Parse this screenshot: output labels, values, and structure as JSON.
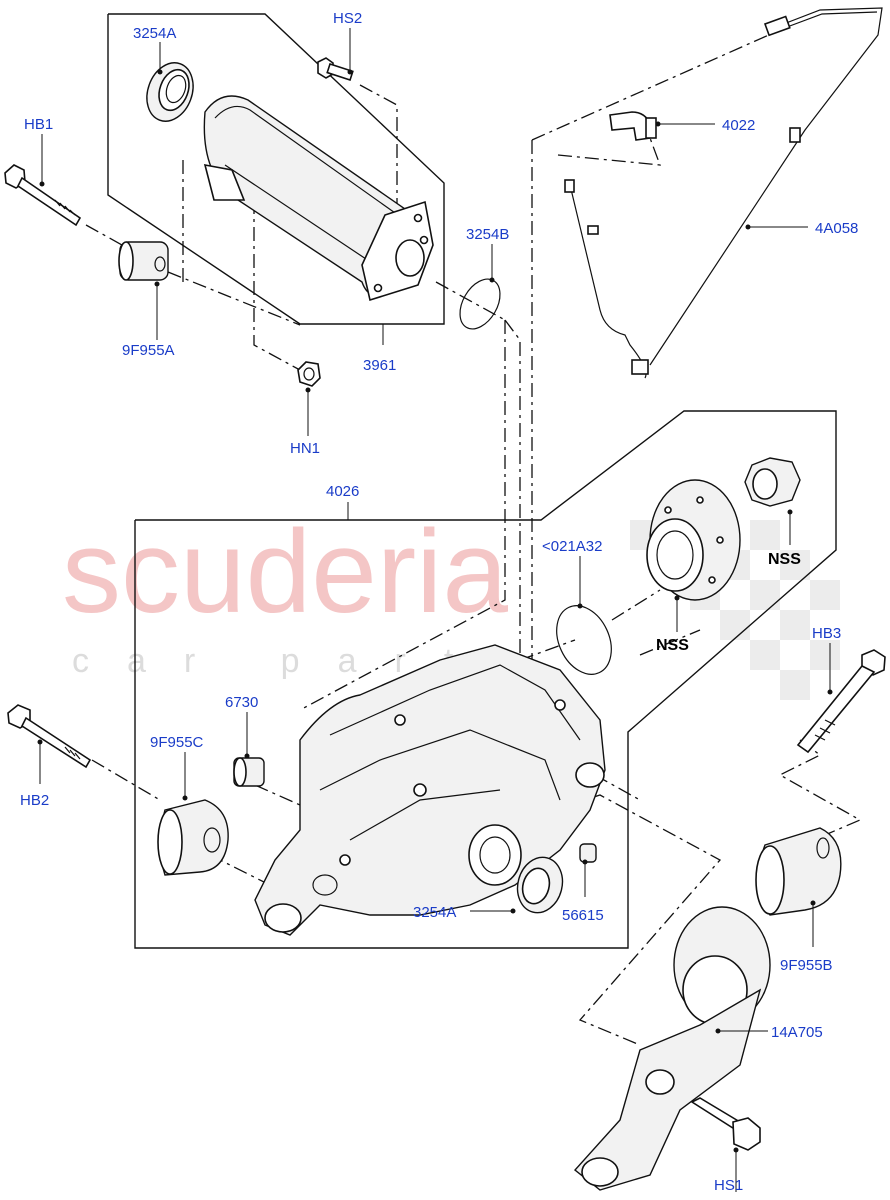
{
  "watermark": {
    "line1": "scuderia",
    "line2": "car parts"
  },
  "labels": {
    "p3254A_top": "3254A",
    "hs2": "HS2",
    "hb1": "HB1",
    "p3254B": "3254B",
    "p9f955A": "9F955A",
    "p3961": "3961",
    "hn1": "HN1",
    "p4022": "4022",
    "p4a058": "4A058",
    "p4026": "4026",
    "p021a32": "<021A32",
    "nss1": "NSS",
    "nss2": "NSS",
    "hb3": "HB3",
    "p6730": "6730",
    "p9f955C": "9F955C",
    "hb2": "HB2",
    "p3254A_bot": "3254A",
    "p56615": "56615",
    "p9f955B": "9F955B",
    "p14a705": "14A705",
    "hs1": "HS1"
  },
  "colors": {
    "label": "#1a3cc8",
    "watermark": "#f4c6c6",
    "line": "#111111"
  }
}
